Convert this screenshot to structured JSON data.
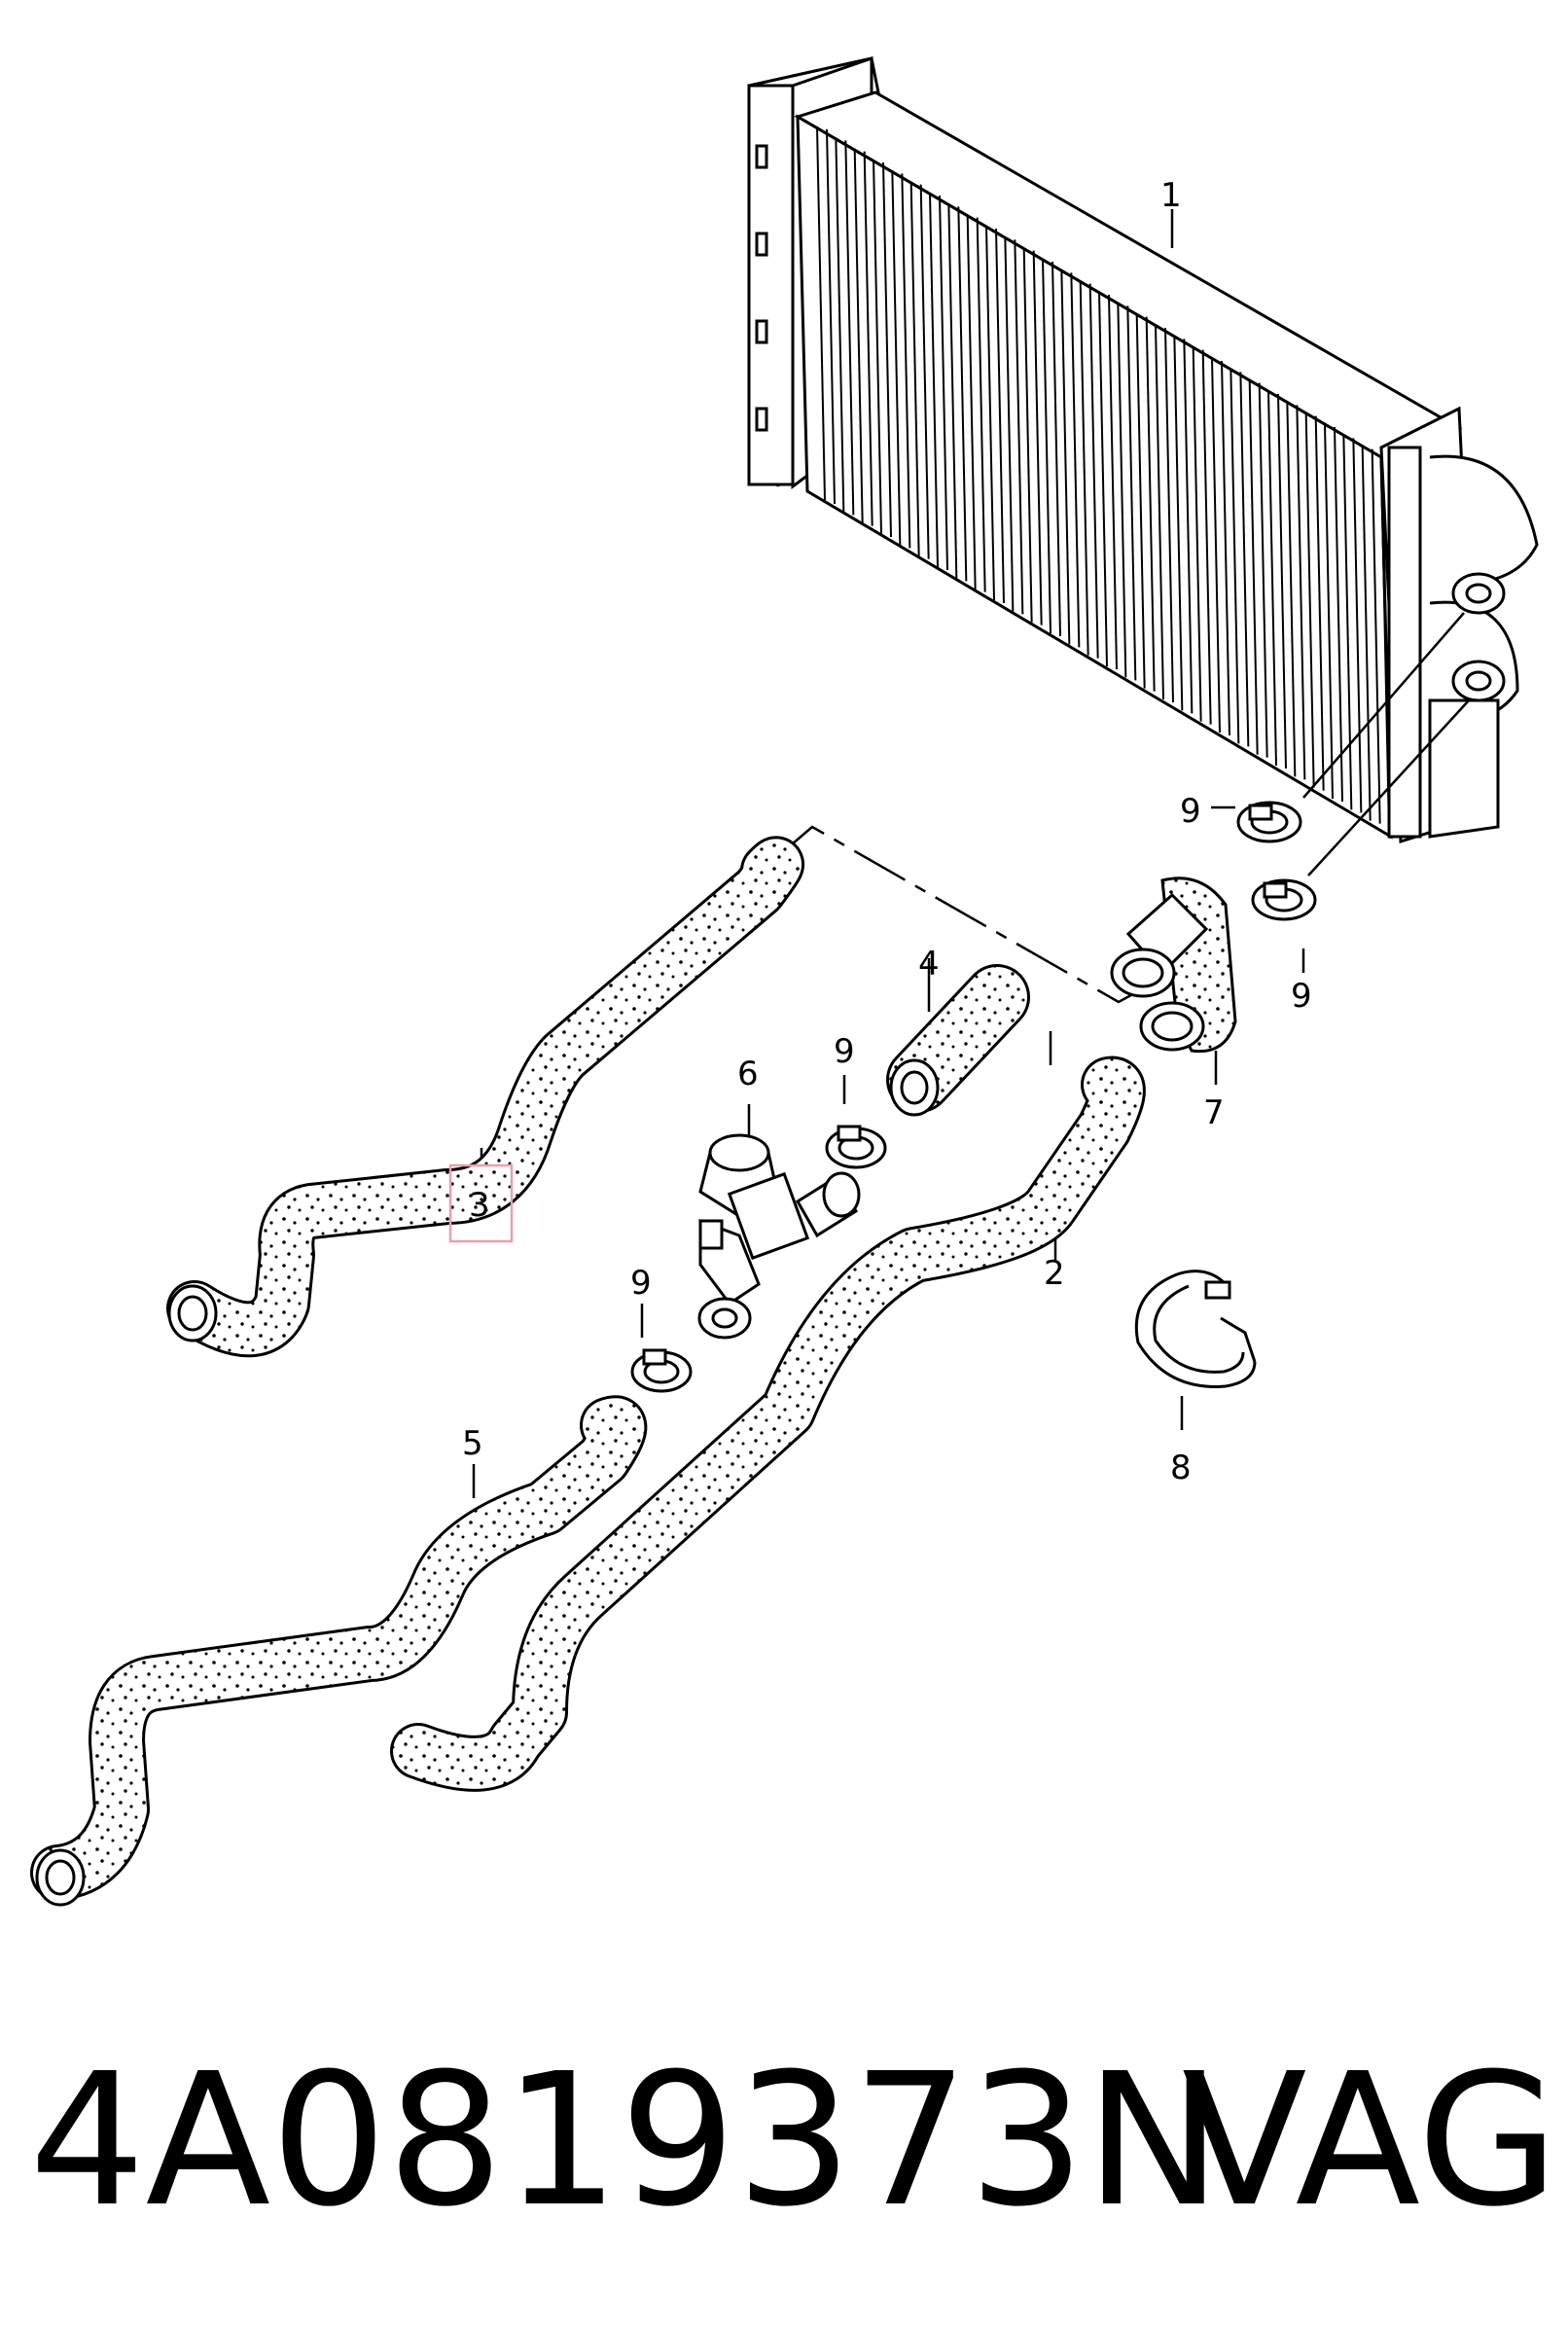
{
  "callouts": {
    "c1": "1",
    "c2": "2",
    "c3": "3",
    "c4": "4",
    "c5": "5",
    "c6": "6",
    "c7": "7",
    "c8": "8",
    "c9a": "9",
    "c9b": "9",
    "c9c": "9",
    "c9d": "9"
  },
  "highlight": {
    "part": "3",
    "color": "#e8a0a8"
  },
  "footer": {
    "part_number": "4A0819373N",
    "brand": "VAG"
  },
  "icons": {
    "heater_core": "heater-core-icon",
    "hose": "coolant-hose-icon",
    "clamp": "hose-clamp-icon",
    "valve": "coolant-valve-icon",
    "flange": "connection-flange-icon"
  }
}
